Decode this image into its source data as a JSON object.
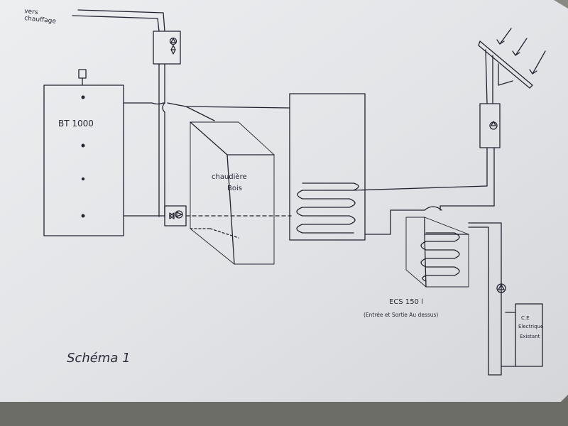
{
  "diagram": {
    "labels": {
      "heating": [
        "vers",
        "chauffage"
      ],
      "buffer_tank": "BT 1000",
      "boiler": [
        "chaudière",
        "Bois"
      ],
      "ecs_tank": "ECS 150 l",
      "ecs_note": "(Entrée et Sortie Au dessus)",
      "electric_heater": [
        "C.E",
        "Electrique",
        "Existant"
      ],
      "title": "Schéma 1"
    }
  }
}
